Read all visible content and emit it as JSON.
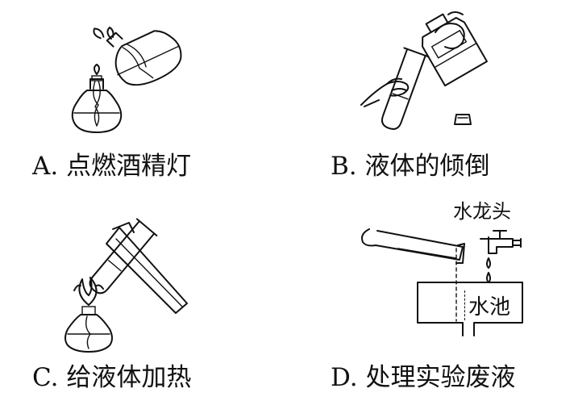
{
  "options": [
    {
      "letter": "A.",
      "text": "点燃酒精灯"
    },
    {
      "letter": "B.",
      "text": "液体的倾倒"
    },
    {
      "letter": "C.",
      "text": "给液体加热"
    },
    {
      "letter": "D.",
      "text": "处理实验废液"
    }
  ],
  "labels": {
    "faucet": "水龙头",
    "sink": "水池"
  }
}
